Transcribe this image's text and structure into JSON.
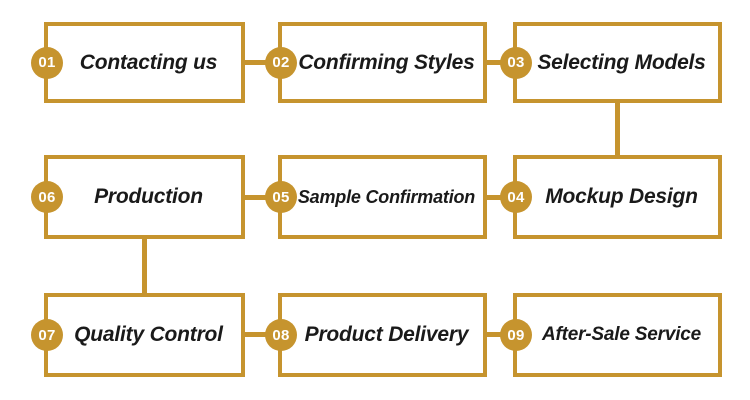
{
  "palette": {
    "gold": "#C6942E",
    "text": "#1A1A1A",
    "badge_text": "#FFFFFF",
    "background": "#FFFFFF"
  },
  "steps": [
    {
      "num": "01",
      "label": "Contacting us"
    },
    {
      "num": "02",
      "label": "Confirming Styles"
    },
    {
      "num": "03",
      "label": "Selecting Models"
    },
    {
      "num": "04",
      "label": "Mockup Design"
    },
    {
      "num": "05",
      "label": "Sample Confirmation"
    },
    {
      "num": "06",
      "label": "Production"
    },
    {
      "num": "07",
      "label": "Quality Control"
    },
    {
      "num": "08",
      "label": "Product Delivery"
    },
    {
      "num": "09",
      "label": "After-Sale Service"
    }
  ],
  "connections": [
    [
      "01",
      "02"
    ],
    [
      "02",
      "03"
    ],
    [
      "03",
      "04"
    ],
    [
      "04",
      "05"
    ],
    [
      "05",
      "06"
    ],
    [
      "06",
      "07"
    ],
    [
      "07",
      "08"
    ],
    [
      "08",
      "09"
    ]
  ]
}
